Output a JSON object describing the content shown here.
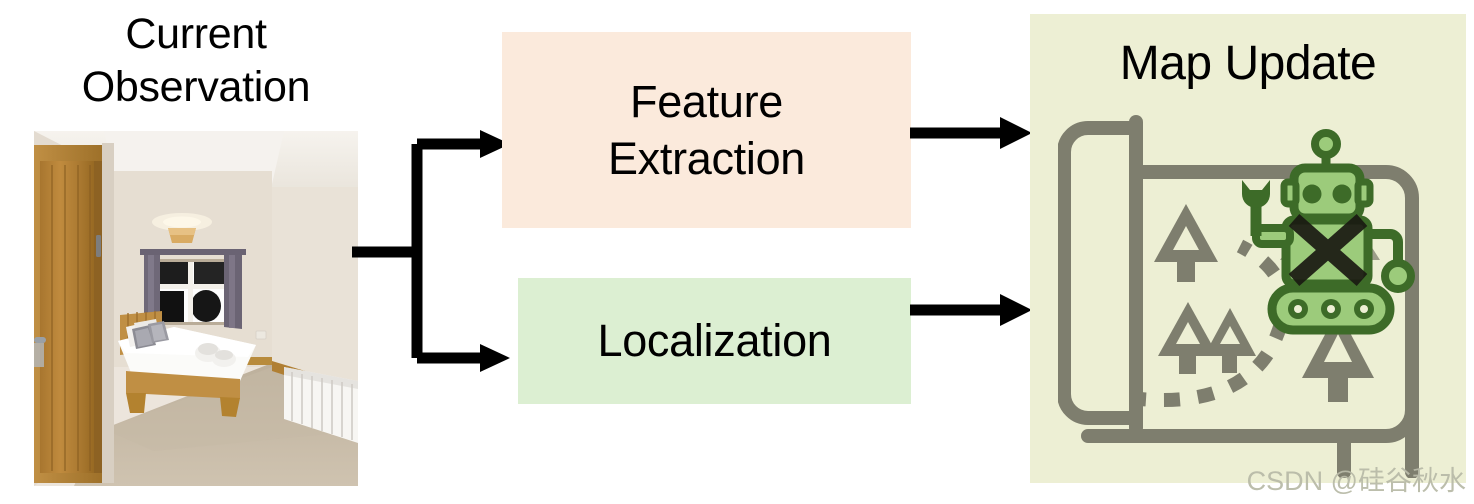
{
  "diagram": {
    "title_left_line1": "Current",
    "title_left_line2": "Observation",
    "stages": {
      "feature_extraction_line1": "Feature",
      "feature_extraction_line2": "Extraction",
      "localization_label": "Localization",
      "map_update_title": "Map Update"
    },
    "photo": {
      "caption": "Current Observation",
      "scene": "bedroom-interior",
      "elements": [
        "wooden-door",
        "ceiling-light",
        "window-with-curtains",
        "double-bed",
        "pillows",
        "towels",
        "radiator",
        "carpet-floor"
      ]
    },
    "map_illustration": {
      "name": "map-scroll-with-robot",
      "scroll_color": "#7E7E6E",
      "robot_body_color": "#9CCB7B",
      "robot_outline_color": "#3D6B28",
      "path_style": "dashed",
      "landmarks": [
        "pine-tree",
        "pine-tree-pair",
        "pine-tree",
        "dashed-route",
        "robot-on-tracks",
        "mountain-marker"
      ]
    },
    "colors": {
      "feature_box_bg": "#FBEADC",
      "localization_box_bg": "#DCEFD2",
      "map_panel_bg": "#EDEFD4",
      "arrow": "#000000",
      "text": "#000000",
      "watermark": "#B9BBA8"
    },
    "arrows": [
      {
        "name": "observation-to-feature-extraction",
        "from": "observation-photo",
        "to": "feature-extraction-box"
      },
      {
        "name": "observation-to-localization",
        "from": "observation-photo",
        "to": "localization-box"
      },
      {
        "name": "feature-extraction-to-map-update",
        "from": "feature-extraction-box",
        "to": "map-update-panel"
      },
      {
        "name": "localization-to-map-update",
        "from": "localization-box",
        "to": "map-update-panel"
      }
    ],
    "watermark_text": "CSDN @硅谷秋水"
  }
}
